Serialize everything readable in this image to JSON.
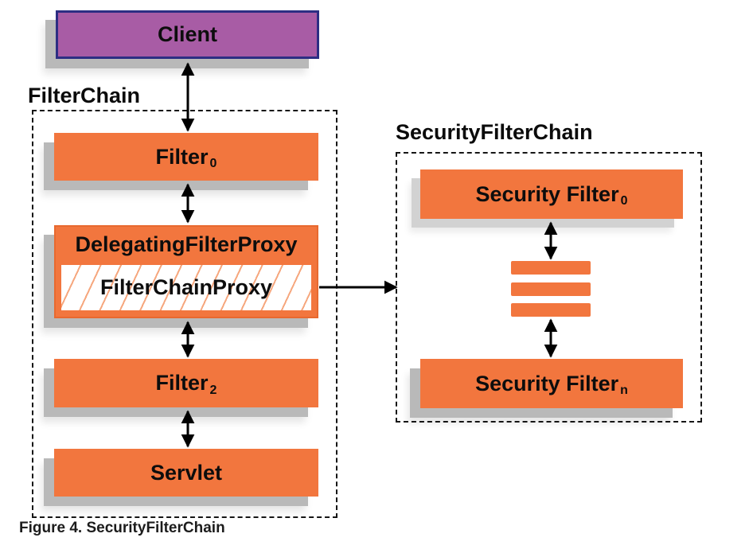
{
  "diagram": {
    "caption": "Figure 4. SecurityFilterChain",
    "filter_chain": {
      "label": "FilterChain",
      "client": "Client",
      "filter0": {
        "base": "Filter",
        "sub": "0"
      },
      "delegating_filter_proxy": "DelegatingFilterProxy",
      "filter_chain_proxy": "FilterChainProxy",
      "filter2": {
        "base": "Filter",
        "sub": "2"
      },
      "servlet": "Servlet"
    },
    "security_filter_chain": {
      "label": "SecurityFilterChain",
      "security_filter0": {
        "base": "Security Filter",
        "sub": "0"
      },
      "security_filtern": {
        "base": "Security Filter",
        "sub": "n"
      }
    }
  },
  "colors": {
    "box-orange": "#F2763E",
    "hatch-orange": "#F6A77E",
    "client-purple": "#A85CA5",
    "client-border": "#2D2E83",
    "shadow-gray": "#B9B9B9",
    "arrow-black": "#000000"
  }
}
